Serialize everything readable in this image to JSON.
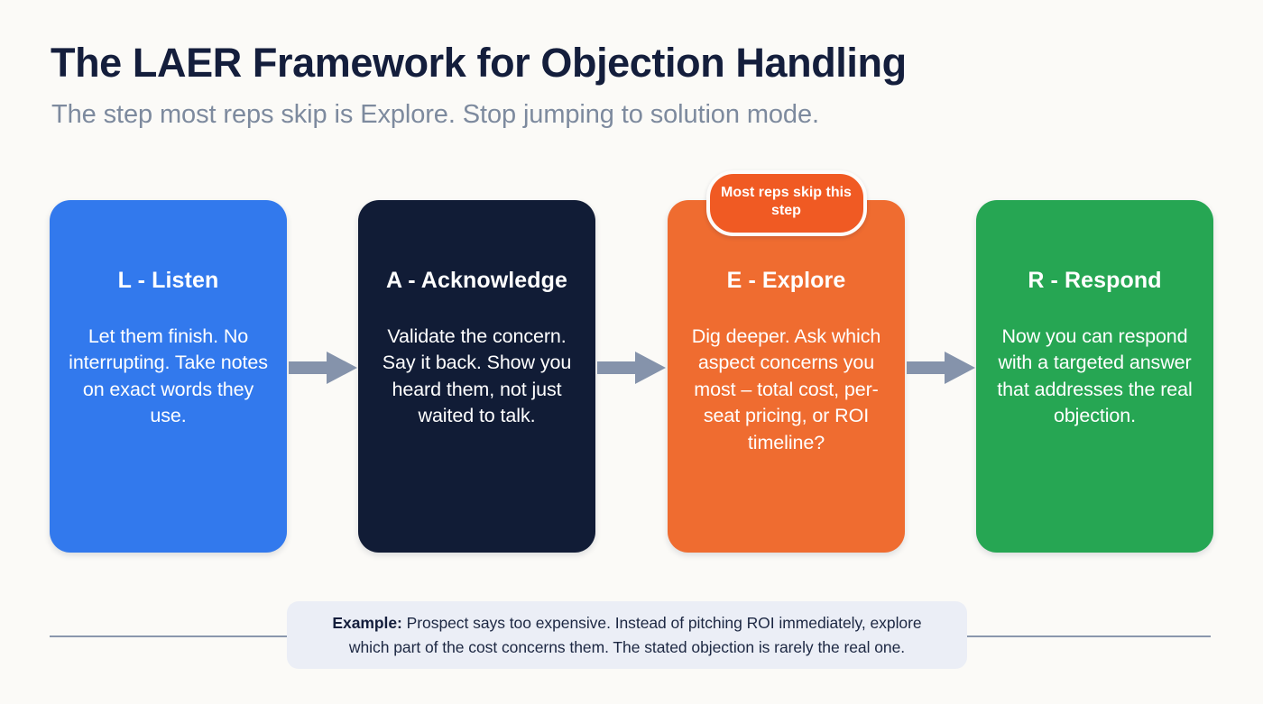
{
  "header": {
    "title": "The LAER Framework for Objection Handling",
    "subtitle": "The step most reps skip is Explore. Stop jumping to solution mode."
  },
  "steps": [
    {
      "title": "L - Listen",
      "body": "Let them finish. No interrupting. Take notes on exact words they use.",
      "color": "#3279ED",
      "badge": null
    },
    {
      "title": "A - Acknowledge",
      "body": "Validate the concern. Say it back. Show you heard them, not just waited to talk.",
      "color": "#111C36",
      "badge": null
    },
    {
      "title": "E - Explore",
      "body": "Dig deeper. Ask which aspect concerns you most – total cost, per-seat pricing, or ROI timeline?",
      "color": "#EF6C30",
      "badge": "Most reps skip this step"
    },
    {
      "title": "R - Respond",
      "body": "Now you can respond with a targeted answer that addresses the real objection.",
      "color": "#26A653",
      "badge": null
    }
  ],
  "connectors": {
    "icon": "arrow-right-icon",
    "color": "#8593AB",
    "count": 3
  },
  "footer": {
    "label": "Example:",
    "text": " Prospect says too expensive. Instead of pitching ROI immediately, explore which part of the cost concerns them. The stated objection is rarely the real one.",
    "box_color": "#EBEEF6",
    "divider_color": "#8A97AD"
  },
  "theme": {
    "background": "#FBFAF7",
    "title_color": "#141E3C",
    "subtitle_color": "#7D8A9E",
    "card_text_color": "#FFFFFF"
  }
}
